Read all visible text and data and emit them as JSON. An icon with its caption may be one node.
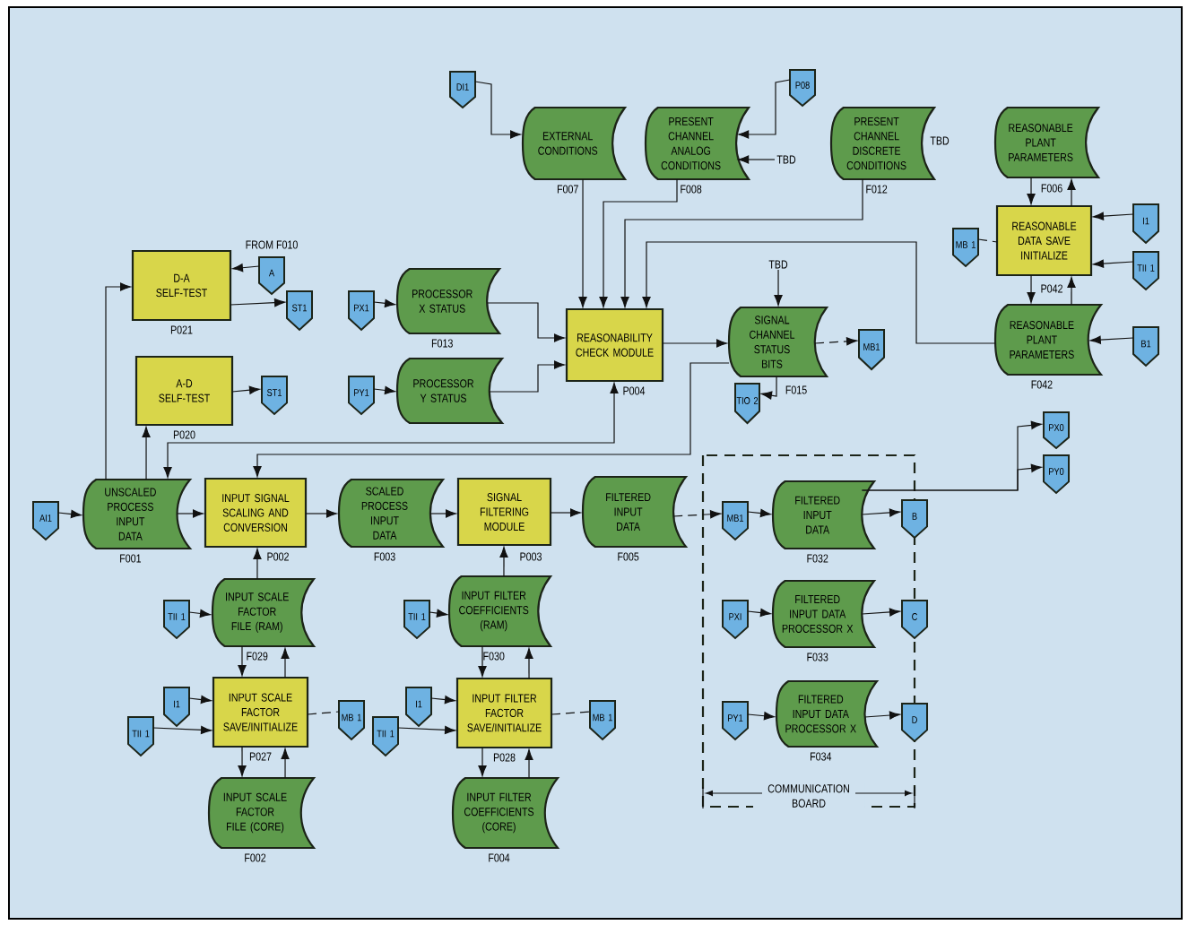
{
  "diagram": {
    "nodes": [
      {
        "text": [
          "DI1"
        ]
      },
      {
        "text": [
          "EXTERNAL CONDITIONS"
        ],
        "beside": [
          "F007"
        ]
      },
      {
        "text": [
          "PRESENT CHANNEL ANALOG CONDITIONS"
        ],
        "beside": [
          "F008"
        ]
      },
      {
        "text": [
          "P08"
        ]
      },
      {
        "text": [
          "PRESENT CHANNEL DISCRETE CONDITIONS"
        ],
        "beside": [
          "F012"
        ]
      },
      {
        "text": [
          "REASONABLE PLANT PARAMETERS"
        ],
        "beside": [
          "F006"
        ]
      },
      {
        "text": [
          "A"
        ],
        "beside": [
          "FROM F010"
        ]
      },
      {
        "text": [
          "D-A SELF-TEST"
        ],
        "beside": [
          "P021"
        ]
      },
      {
        "text": [
          "ST1"
        ]
      },
      {
        "text": [
          "MB 1"
        ]
      },
      {
        "text": [
          "REASONABLE DATA SAVE INITIALIZE"
        ],
        "beside": [
          "P042"
        ]
      },
      {
        "text": [
          "I1"
        ]
      },
      {
        "text": [
          "TII 1"
        ]
      },
      {
        "text": [
          "PX1"
        ]
      },
      {
        "text": [
          "PROCESSOR X STATUS"
        ],
        "beside": [
          "F013"
        ]
      },
      {
        "text": [
          "REASONABILITY CHECK MODULE"
        ],
        "beside": [
          "P004"
        ]
      },
      {
        "text": [
          "TBD"
        ]
      },
      {
        "text": [
          "SIGNAL CHANNEL STATUS BITS"
        ],
        "beside": [
          "F015"
        ]
      },
      {
        "text": [
          "MB1"
        ]
      },
      {
        "text": [
          "REASONABLE PLANT PARAMETERS"
        ],
        "beside": [
          "F042"
        ]
      },
      {
        "text": [
          "B1"
        ]
      },
      {
        "text": [
          "A-D SELF-TEST"
        ],
        "beside": [
          "P020"
        ]
      },
      {
        "text": [
          "ST1"
        ]
      },
      {
        "text": [
          "PY1"
        ]
      },
      {
        "text": [
          "PROCESSOR Y STATUS"
        ]
      },
      {
        "text": [
          "TIO 2"
        ]
      },
      {
        "text": [
          "PX0"
        ]
      },
      {
        "text": [
          "PY0"
        ]
      },
      {
        "text": [
          "COMMUNICATION BOARD"
        ]
      },
      {
        "text": [
          "AI1"
        ]
      },
      {
        "text": [
          "UNSCALED PROCESS INPUT DATA"
        ],
        "beside": [
          "F001"
        ]
      },
      {
        "text": [
          "INPUT SIGNAL SCALING AND CONVERSION"
        ],
        "beside": [
          "P002"
        ]
      },
      {
        "text": [
          "SCALED PROCESS INPUT DATA"
        ],
        "beside": [
          "F003"
        ]
      },
      {
        "text": [
          "SIGNAL FILTERING MODULE"
        ],
        "beside": [
          "P003"
        ]
      },
      {
        "text": [
          "FILTERED INPUT DATA"
        ],
        "beside": [
          "F005"
        ]
      },
      {
        "text": [
          "MB1"
        ],
        "in": 28
      },
      {
        "text": [
          "FILTERED INPUT DATA"
        ],
        "beside": [
          "F032"
        ],
        "in": 28
      },
      {
        "text": [
          "B"
        ]
      },
      {
        "text": [
          "PXI"
        ],
        "in": 28
      },
      {
        "text": [
          "FILTERED INPUT DATA PROCESSOR X"
        ],
        "beside": [
          "F033"
        ],
        "in": 28
      },
      {
        "text": [
          "C"
        ]
      },
      {
        "text": [
          "PY1"
        ],
        "in": 28
      },
      {
        "text": [
          "FILTERED INPUT DATA PROCESSOR X"
        ],
        "beside": [
          "F034"
        ],
        "in": 28
      },
      {
        "text": [
          "D"
        ]
      },
      {
        "text": [
          "TII 1"
        ]
      },
      {
        "text": [
          "INPUT SCALE FACTOR FILE (RAM)"
        ],
        "beside": [
          "F029"
        ]
      },
      {
        "text": [
          "TII 1"
        ]
      },
      {
        "text": [
          "INPUT FILTER COEFFICIENTS (RAM)"
        ],
        "beside": [
          "F030"
        ]
      },
      {
        "text": [
          "I1"
        ]
      },
      {
        "text": [
          "TII 1"
        ]
      },
      {
        "text": [
          "INPUT SCALE FACTOR SAVE/INITIALIZE"
        ],
        "beside": [
          "P027"
        ]
      },
      {
        "text": [
          "MB 1"
        ]
      },
      {
        "text": [
          "I1"
        ]
      },
      {
        "text": [
          "TII 1"
        ]
      },
      {
        "text": [
          "INPUT FILTER FACTOR SAVE/INITIALIZE"
        ],
        "beside": [
          "P028"
        ]
      },
      {
        "text": [
          "MB 1"
        ]
      },
      {
        "text": [
          "INPUT SCALE FACTOR FILE (CORE)"
        ],
        "beside": [
          "F002"
        ]
      },
      {
        "text": [
          "INPUT FILTER COEFFICIENTS (CORE)"
        ],
        "beside": [
          "F004"
        ]
      },
      {
        "text": [
          "TBD"
        ]
      }
    ],
    "edges": [
      {
        "from": 0,
        "to": 1,
        "arrow": "to"
      },
      {
        "from": 3,
        "to": 2,
        "arrow": "to"
      },
      {
        "from": 58,
        "to": 2,
        "arrow": "to"
      },
      {
        "from": 1,
        "to": 15,
        "arrow": "to"
      },
      {
        "from": 2,
        "to": 15,
        "arrow": "to"
      },
      {
        "from": 4,
        "to": 15,
        "arrow": "to"
      },
      {
        "from": 19,
        "to": 15,
        "arrow": "to"
      },
      {
        "from": 13,
        "to": 14,
        "arrow": "to"
      },
      {
        "from": 23,
        "to": 24,
        "arrow": "to"
      },
      {
        "from": 14,
        "to": 15,
        "arrow": "to"
      },
      {
        "from": 24,
        "to": 15,
        "arrow": "to"
      },
      {
        "from": 15,
        "to": 17,
        "arrow": "to"
      },
      {
        "from": 16,
        "to": 17,
        "arrow": "to"
      },
      {
        "from": 17,
        "to": 18,
        "arrow": "to",
        "style": "dashed"
      },
      {
        "from": 17,
        "to": 25,
        "arrow": "to"
      },
      {
        "from": 5,
        "to": 10,
        "arrow": "to"
      },
      {
        "from": 10,
        "to": 5,
        "arrow": "to"
      },
      {
        "from": 10,
        "to": 19,
        "arrow": "to"
      },
      {
        "from": 19,
        "to": 10,
        "arrow": "to"
      },
      {
        "from": 9,
        "to": 10,
        "arrow": "none",
        "style": "dashed"
      },
      {
        "from": 11,
        "to": 10,
        "arrow": "to"
      },
      {
        "from": 12,
        "to": 10,
        "arrow": "to"
      },
      {
        "from": 20,
        "to": 19,
        "arrow": "to"
      },
      {
        "from": 6,
        "to": 7,
        "arrow": "to"
      },
      {
        "from": 7,
        "to": 8,
        "arrow": "to"
      },
      {
        "from": 21,
        "to": 22,
        "arrow": "to"
      },
      {
        "from": 30,
        "to": 7,
        "arrow": "to"
      },
      {
        "from": 30,
        "to": 21,
        "arrow": "to"
      },
      {
        "from": 15,
        "to": 30,
        "arrow": "both"
      },
      {
        "from": 17,
        "to": 31,
        "arrow": "to"
      },
      {
        "from": 29,
        "to": 30,
        "arrow": "to"
      },
      {
        "from": 30,
        "to": 31,
        "arrow": "to"
      },
      {
        "from": 31,
        "to": 32,
        "arrow": "to"
      },
      {
        "from": 32,
        "to": 33,
        "arrow": "to"
      },
      {
        "from": 33,
        "to": 34,
        "arrow": "to"
      },
      {
        "from": 34,
        "to": 35,
        "arrow": "to",
        "style": "dashed"
      },
      {
        "from": 35,
        "to": 36,
        "arrow": "to"
      },
      {
        "from": 36,
        "to": 37,
        "arrow": "to"
      },
      {
        "from": 36,
        "to": 26,
        "arrow": "to"
      },
      {
        "from": 36,
        "to": 27,
        "arrow": "to"
      },
      {
        "from": 38,
        "to": 39,
        "arrow": "to"
      },
      {
        "from": 39,
        "to": 40,
        "arrow": "to"
      },
      {
        "from": 41,
        "to": 42,
        "arrow": "to"
      },
      {
        "from": 42,
        "to": 43,
        "arrow": "to"
      },
      {
        "from": 44,
        "to": 45,
        "arrow": "to"
      },
      {
        "from": 46,
        "to": 47,
        "arrow": "to"
      },
      {
        "from": 45,
        "to": 31,
        "arrow": "to"
      },
      {
        "from": 47,
        "to": 33,
        "arrow": "to"
      },
      {
        "from": 45,
        "to": 50,
        "arrow": "to"
      },
      {
        "from": 50,
        "to": 45,
        "arrow": "to"
      },
      {
        "from": 47,
        "to": 54,
        "arrow": "to"
      },
      {
        "from": 54,
        "to": 47,
        "arrow": "to"
      },
      {
        "from": 48,
        "to": 50,
        "arrow": "to"
      },
      {
        "from": 49,
        "to": 50,
        "arrow": "to"
      },
      {
        "from": 50,
        "to": 51,
        "arrow": "none",
        "style": "dashed"
      },
      {
        "from": 52,
        "to": 54,
        "arrow": "to"
      },
      {
        "from": 53,
        "to": 54,
        "arrow": "to"
      },
      {
        "from": 54,
        "to": 55,
        "arrow": "none",
        "style": "dashed"
      },
      {
        "from": 50,
        "to": 56,
        "arrow": "to"
      },
      {
        "from": 56,
        "to": 50,
        "arrow": "to"
      },
      {
        "from": 54,
        "to": 57,
        "arrow": "to"
      },
      {
        "from": 57,
        "to": 54,
        "arrow": "to"
      }
    ],
    "labels": [
      "TBD"
    ]
  }
}
